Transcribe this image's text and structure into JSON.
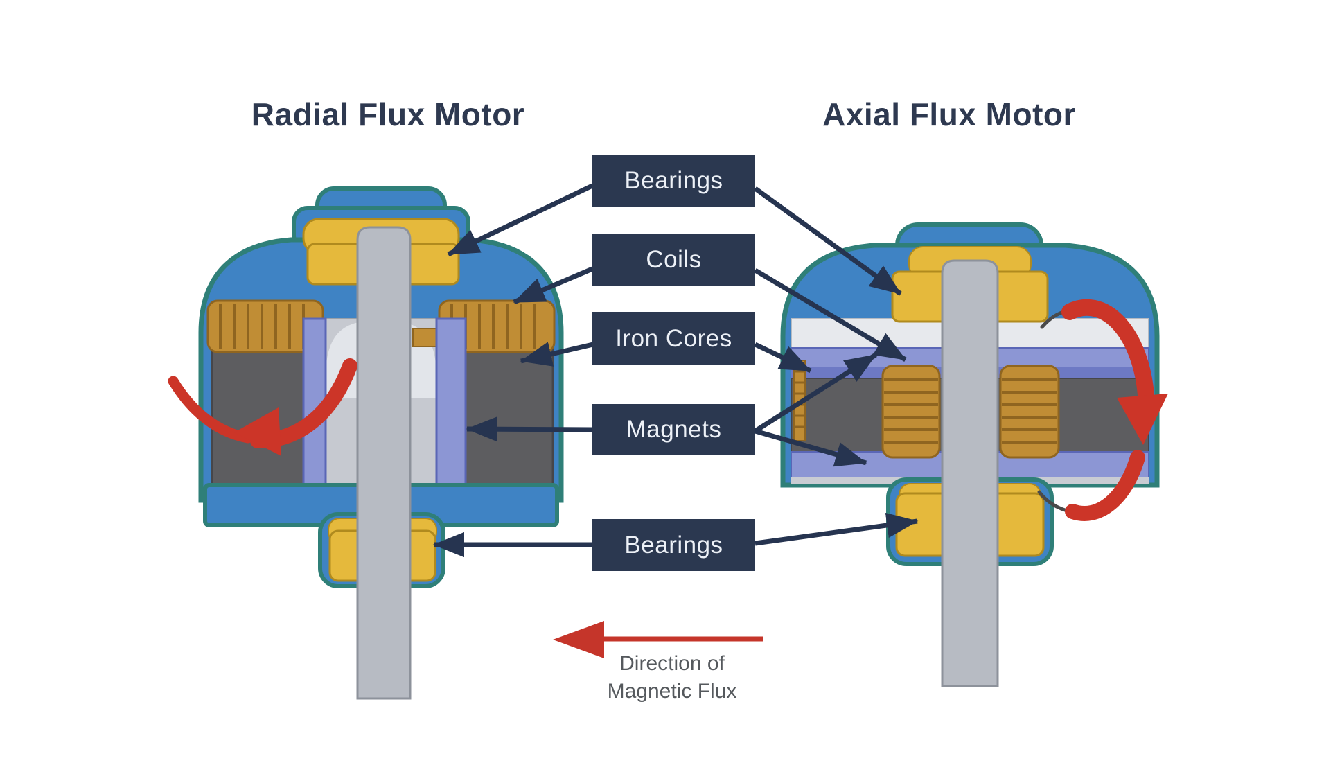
{
  "diagram": {
    "title_left": "Radial Flux Motor",
    "title_right": "Axial Flux Motor",
    "labels": {
      "bearings_top": "Bearings",
      "coils": "Coils",
      "iron_cores": "Iron Cores",
      "magnets": "Magnets",
      "bearings_bottom": "Bearings"
    },
    "legend": {
      "line1": "Direction of",
      "line2": "Magnetic Flux"
    },
    "colors": {
      "label_bg": "#2b3850",
      "label_text": "#edf1f7",
      "title_text": "#2e3950",
      "connector_navy": "#263450",
      "flux_red": "#cc3528",
      "casing_blue": "#3f83c4",
      "casing_outline_teal": "#2f7f78",
      "bearing_yellow": "#e5b93c",
      "coil_copper": "#c08d35",
      "iron_core_gray": "#5d5d60",
      "magnet_periwinkle": "#8c96d4",
      "shaft_gray": "#b7bbc3",
      "legend_text": "#55595d"
    }
  }
}
